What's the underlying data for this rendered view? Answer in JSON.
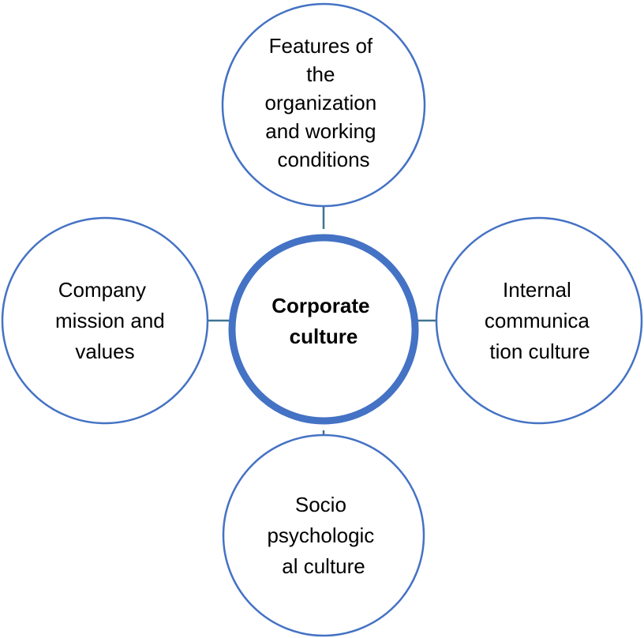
{
  "center": {
    "lines": [
      "Corporate",
      "culture"
    ]
  },
  "nodes": {
    "top": {
      "lines": [
        "Features of",
        "the",
        "organization",
        "and working",
        "conditions"
      ]
    },
    "left": {
      "lines": [
        "Company",
        "mission and",
        "values"
      ]
    },
    "right": {
      "lines": [
        "Internal",
        "communica",
        "tion culture"
      ]
    },
    "bottom": {
      "lines": [
        "Socio",
        "psychologic",
        "al culture"
      ]
    }
  },
  "colors": {
    "circle_stroke": "#4472C4",
    "connector": "#3f7391"
  }
}
